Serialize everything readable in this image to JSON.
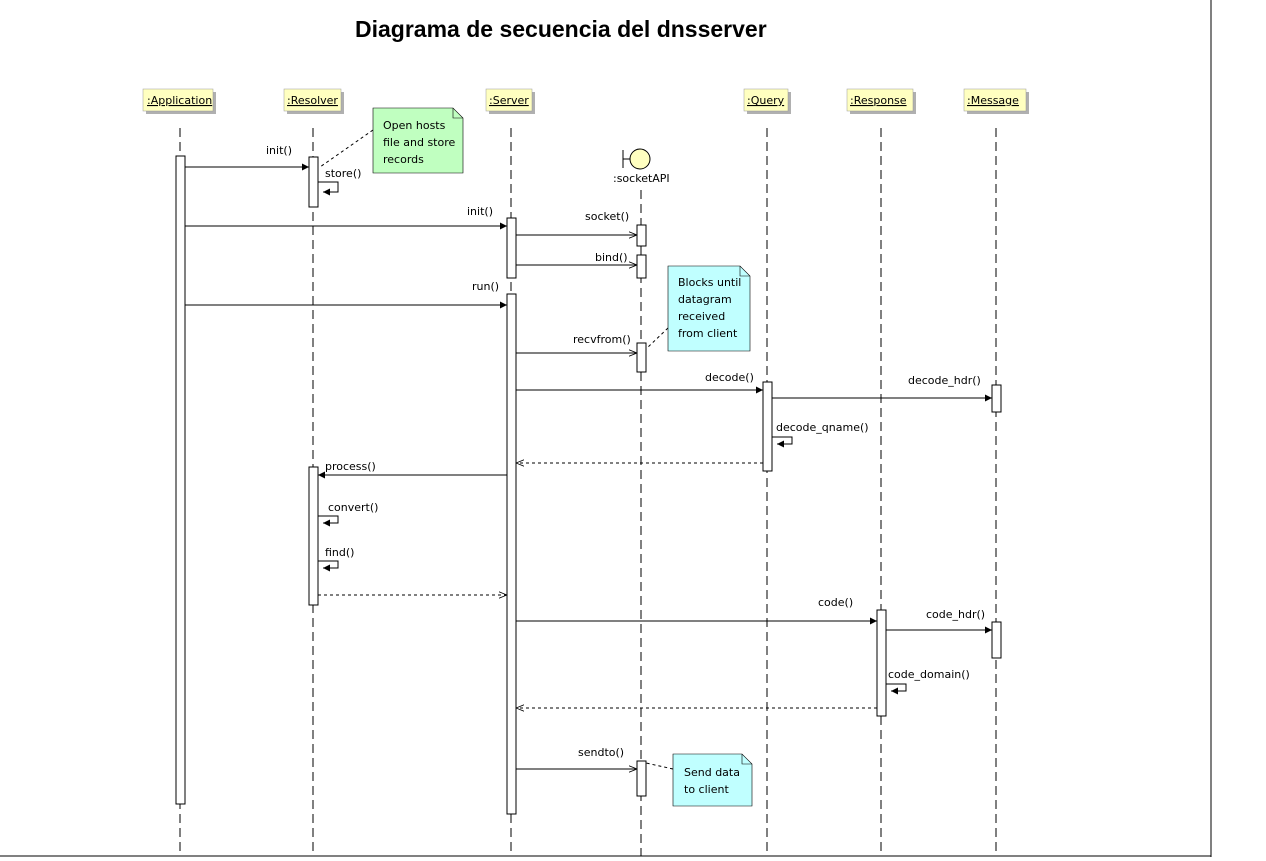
{
  "title": "Diagrama de secuencia del dnsserver",
  "participants": {
    "application": ":Application",
    "resolver": ":Resolver",
    "server": ":Server",
    "query": ":Query",
    "response": ":Response",
    "message": ":Message",
    "socketapi": ":socketAPI"
  },
  "messages": {
    "init_resolver": "init()",
    "store": "store()",
    "init_server": "init()",
    "socket": "socket()",
    "bind": "bind()",
    "run": "run()",
    "recvfrom": "recvfrom()",
    "decode": "decode()",
    "decode_hdr": "decode_hdr()",
    "decode_qname": "decode_qname()",
    "process": "process()",
    "convert": "convert()",
    "find": "find()",
    "code": "code()",
    "code_hdr": "code_hdr()",
    "code_domain": "code_domain()",
    "sendto": "sendto()"
  },
  "notes": {
    "resolver_note": [
      "Open hosts",
      "file and store",
      "records"
    ],
    "recv_note": [
      "Blocks until",
      "datagram",
      "received",
      "from client"
    ],
    "send_note": [
      "Send data",
      "to client"
    ]
  },
  "colors": {
    "participant_fill": "#ffffc0",
    "note_green": "#c0ffc0",
    "note_cyan": "#c0ffff",
    "boundary_fill": "#ffffc0"
  }
}
